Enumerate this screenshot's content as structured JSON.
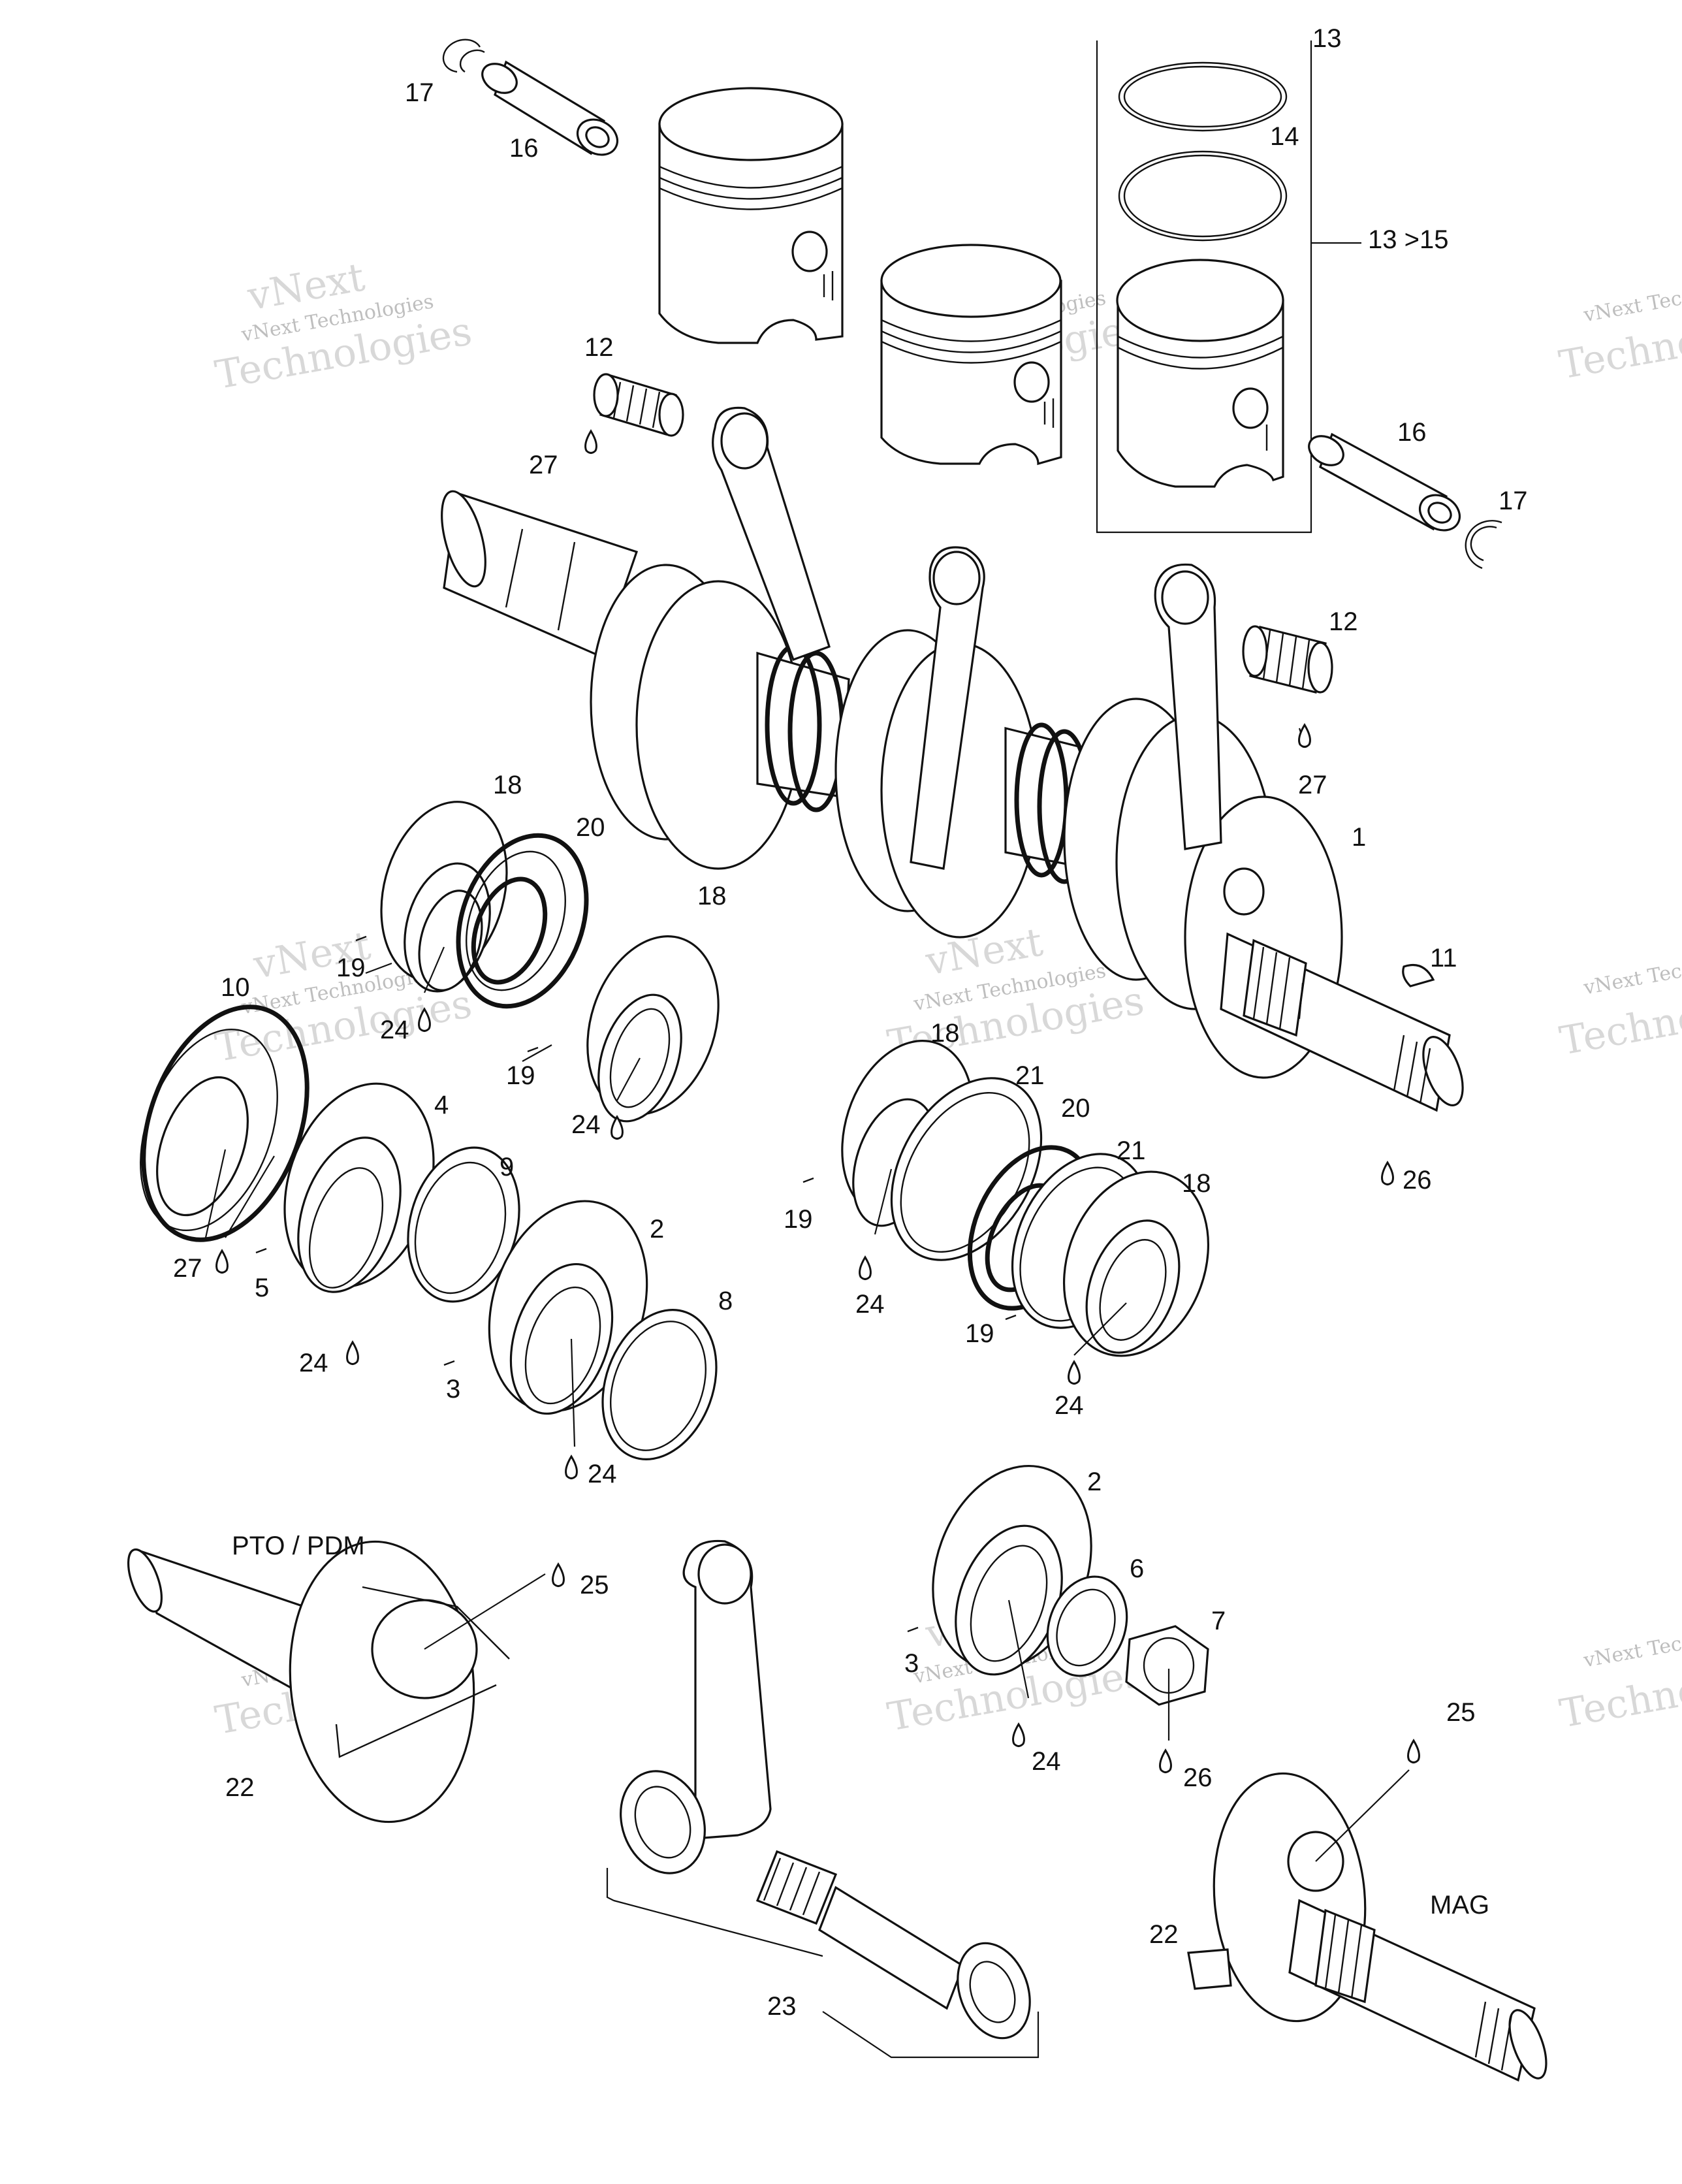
{
  "diagram": {
    "labels": {
      "n1": "1",
      "n2a": "2",
      "n2b": "2",
      "n3a": "3",
      "n3b": "3",
      "n4": "4",
      "n5": "5",
      "n6": "6",
      "n7": "7",
      "n8": "8",
      "n9": "9",
      "n10": "10",
      "n11": "11",
      "n12a": "12",
      "n12b": "12",
      "n13": "13",
      "n14": "14",
      "n13to15": "13 >15",
      "n16a": "16",
      "n16b": "16",
      "n17a": "17",
      "n17b": "17",
      "n18a": "18",
      "n18b": "18",
      "n18c": "18",
      "n18d": "18",
      "n19a": "19",
      "n19b": "19",
      "n19c": "19",
      "n19d": "19",
      "n20a": "20",
      "n20b": "20",
      "n21a": "21",
      "n21b": "21",
      "n22a": "22",
      "n22b": "22",
      "n23": "23",
      "n24a": "24",
      "n24b": "24",
      "n24c": "24",
      "n24d": "24",
      "n24e": "24",
      "n24f": "24",
      "n24g": "24",
      "n25a": "25",
      "n25b": "25",
      "n26a": "26",
      "n26b": "26",
      "n27a": "27",
      "n27b": "27",
      "n27c": "27",
      "pto": "PTO / PDM",
      "mag": "MAG"
    },
    "watermark": {
      "line1": "vNext",
      "line2": "vNext Technologies",
      "line3": "Technologies",
      "edge_a": "vNext Tec",
      "edge_b": "Technolo"
    }
  }
}
